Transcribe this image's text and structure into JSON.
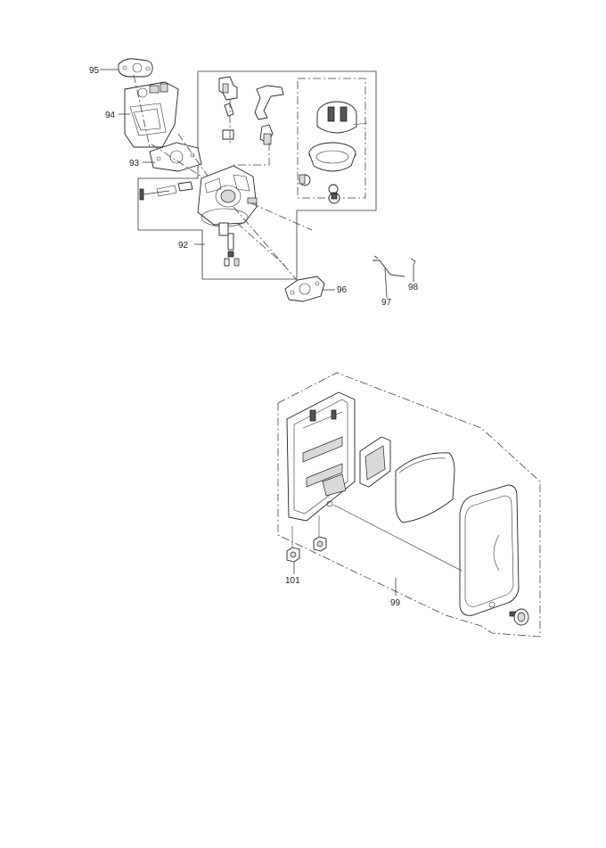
{
  "callouts": {
    "c95": "95",
    "c94": "94",
    "c93": "93",
    "c92": "92",
    "c96": "96",
    "c97": "97",
    "c98": "98",
    "c99": "99",
    "c101": "101"
  },
  "icons": {
    "carburetor": "carburetor-icon",
    "air_filter_housing": "air-filter-housing-icon"
  }
}
